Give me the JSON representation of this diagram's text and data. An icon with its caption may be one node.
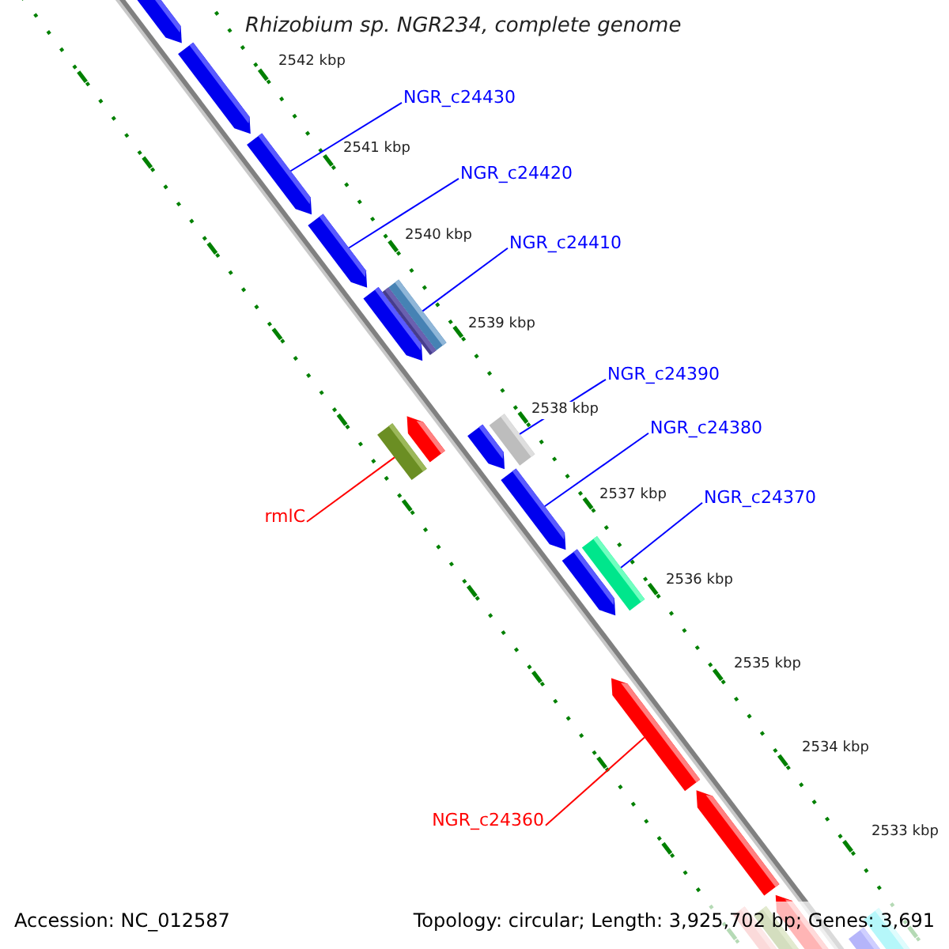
{
  "diagram": {
    "title": "Rhizobium sp. NGR234, complete genome",
    "nodes": [
      {
        "text": [
          "NGR_c24430"
        ]
      },
      {
        "text": [
          "NGR_c24420"
        ]
      },
      {
        "text": [
          "NGR_c24410"
        ]
      },
      {
        "text": [
          "NGR_c24390"
        ]
      },
      {
        "text": [
          "NGR_c24380"
        ]
      },
      {
        "text": [
          "NGR_c24370"
        ]
      },
      {
        "text": [
          "rmlC"
        ]
      },
      {
        "text": [
          "NGR_c24360"
        ]
      },
      {
        "text": [],
        "shape": "arrow"
      },
      {
        "text": [],
        "shape": "arrow"
      },
      {
        "text": [],
        "shape": "arrow"
      },
      {
        "text": [],
        "shape": "arrow"
      },
      {
        "text": [],
        "shape": "arrow"
      },
      {
        "text": [],
        "shape": "box"
      },
      {
        "text": [],
        "shape": "box"
      },
      {
        "text": [],
        "shape": "box"
      },
      {
        "text": [],
        "shape": "arrow"
      },
      {
        "text": [],
        "shape": "arrow"
      },
      {
        "text": [],
        "shape": "box"
      },
      {
        "text": [],
        "shape": "arrow"
      },
      {
        "text": [],
        "shape": "arrow"
      },
      {
        "text": [],
        "shape": "box"
      },
      {
        "text": [],
        "shape": "arrow"
      },
      {
        "text": [],
        "shape": "arrow"
      },
      {
        "text": [],
        "shape": "box"
      },
      {
        "text": [],
        "shape": "arrow"
      },
      {
        "text": [],
        "shape": "box"
      },
      {
        "text": [],
        "shape": "box"
      },
      {
        "text": [],
        "shape": "arrow"
      }
    ],
    "edges": [
      {
        "from": 0,
        "to": 10,
        "arrow": "none"
      },
      {
        "from": 1,
        "to": 11,
        "arrow": "none"
      },
      {
        "from": 2,
        "to": 14,
        "arrow": "none"
      },
      {
        "from": 3,
        "to": 18,
        "arrow": "none"
      },
      {
        "from": 4,
        "to": 19,
        "arrow": "none"
      },
      {
        "from": 5,
        "to": 21,
        "arrow": "none"
      },
      {
        "from": 6,
        "to": 15,
        "arrow": "none",
        "color": "#ff0000"
      },
      {
        "from": 7,
        "to": 22,
        "arrow": "none",
        "color": "#ff0000"
      }
    ],
    "labels": [
      "2542 kbp",
      "2541 kbp",
      "2540 kbp",
      "2539 kbp",
      "2538 kbp",
      "2537 kbp",
      "2536 kbp",
      "2535 kbp",
      "2534 kbp",
      "2533 kbp",
      "Accession: NC_012587",
      "Topology: circular; Length: 3,925,702 bp; Genes: 3,691"
    ]
  }
}
